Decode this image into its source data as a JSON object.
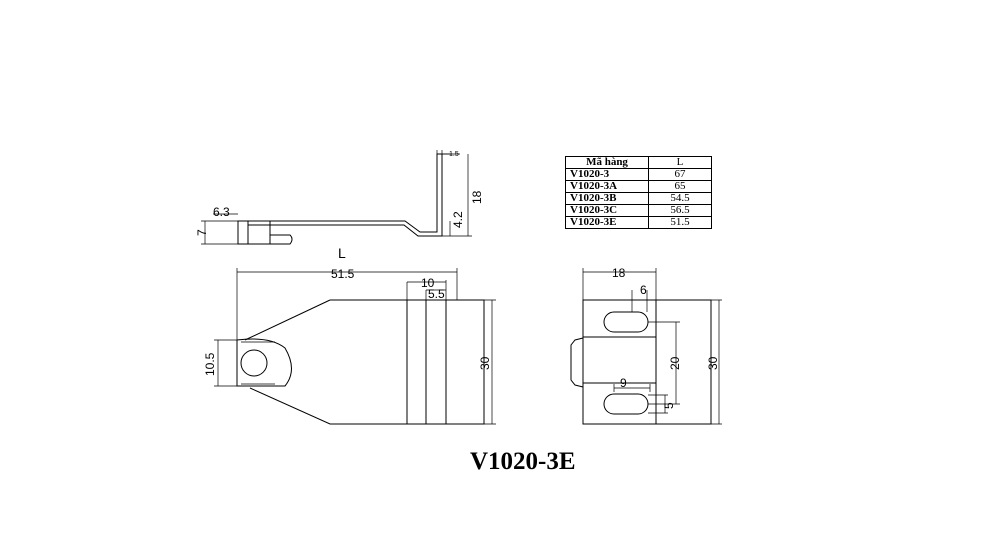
{
  "table": {
    "headers": [
      "Mã hàng",
      "L"
    ],
    "rows": [
      {
        "code": "V1020-3",
        "length": "67"
      },
      {
        "code": "V1020-3A",
        "length": "65"
      },
      {
        "code": "V1020-3B",
        "length": "54.5"
      },
      {
        "code": "V1020-3C",
        "length": "56.5"
      },
      {
        "code": "V1020-3E",
        "length": "51.5"
      }
    ]
  },
  "model_label": "V1020-3E",
  "dimensions": {
    "side_height_left": "7",
    "side_thickness": "6.3",
    "side_height": "18",
    "side_offset": "4.2",
    "side_top": "1.5",
    "length_label": "L",
    "length_value": "51.5",
    "slot_width": "10",
    "slot_gap": "5.5",
    "tab_width": "10.5",
    "plate_height": "30",
    "front_width": "18",
    "hole_offset": "6",
    "hole_spacing": "20",
    "front_height": "30",
    "hole_length": "9",
    "hole_width": "5"
  }
}
